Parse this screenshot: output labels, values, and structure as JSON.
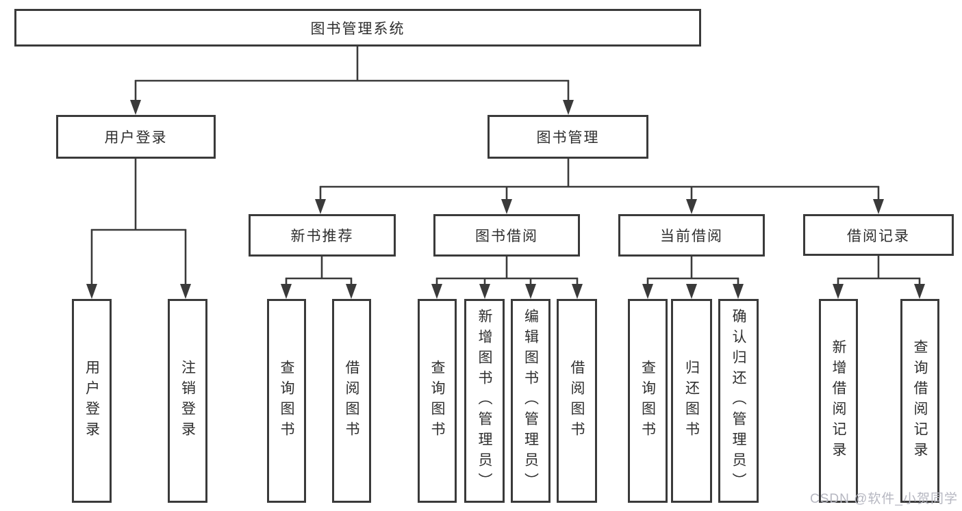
{
  "diagram": {
    "watermark": "CSDN @软件_小贺同学",
    "colors": {
      "line": "#3a3a3a",
      "box_border": "#3a3a3a",
      "box_background": "#ffffff",
      "text": "#2e2e2e",
      "watermark": "#b6b7c1"
    },
    "tree": {
      "label": "图书管理系统",
      "children": [
        {
          "label": "用户登录",
          "children": [
            {
              "label": "用户登录"
            },
            {
              "label": "注销登录"
            }
          ]
        },
        {
          "label": "图书管理",
          "children": [
            {
              "label": "新书推荐",
              "children": [
                {
                  "label": "查询图书"
                },
                {
                  "label": "借阅图书"
                }
              ]
            },
            {
              "label": "图书借阅",
              "children": [
                {
                  "label": "查询图书"
                },
                {
                  "label": "新增图书（管理员）"
                },
                {
                  "label": "编辑图书（管理员）"
                },
                {
                  "label": "借阅图书"
                }
              ]
            },
            {
              "label": "当前借阅",
              "children": [
                {
                  "label": "查询图书"
                },
                {
                  "label": "归还图书"
                },
                {
                  "label": "确认归还（管理员）"
                }
              ]
            },
            {
              "label": "借阅记录",
              "children": [
                {
                  "label": "新增借阅记录"
                },
                {
                  "label": "查询借阅记录"
                }
              ]
            }
          ]
        }
      ]
    }
  }
}
